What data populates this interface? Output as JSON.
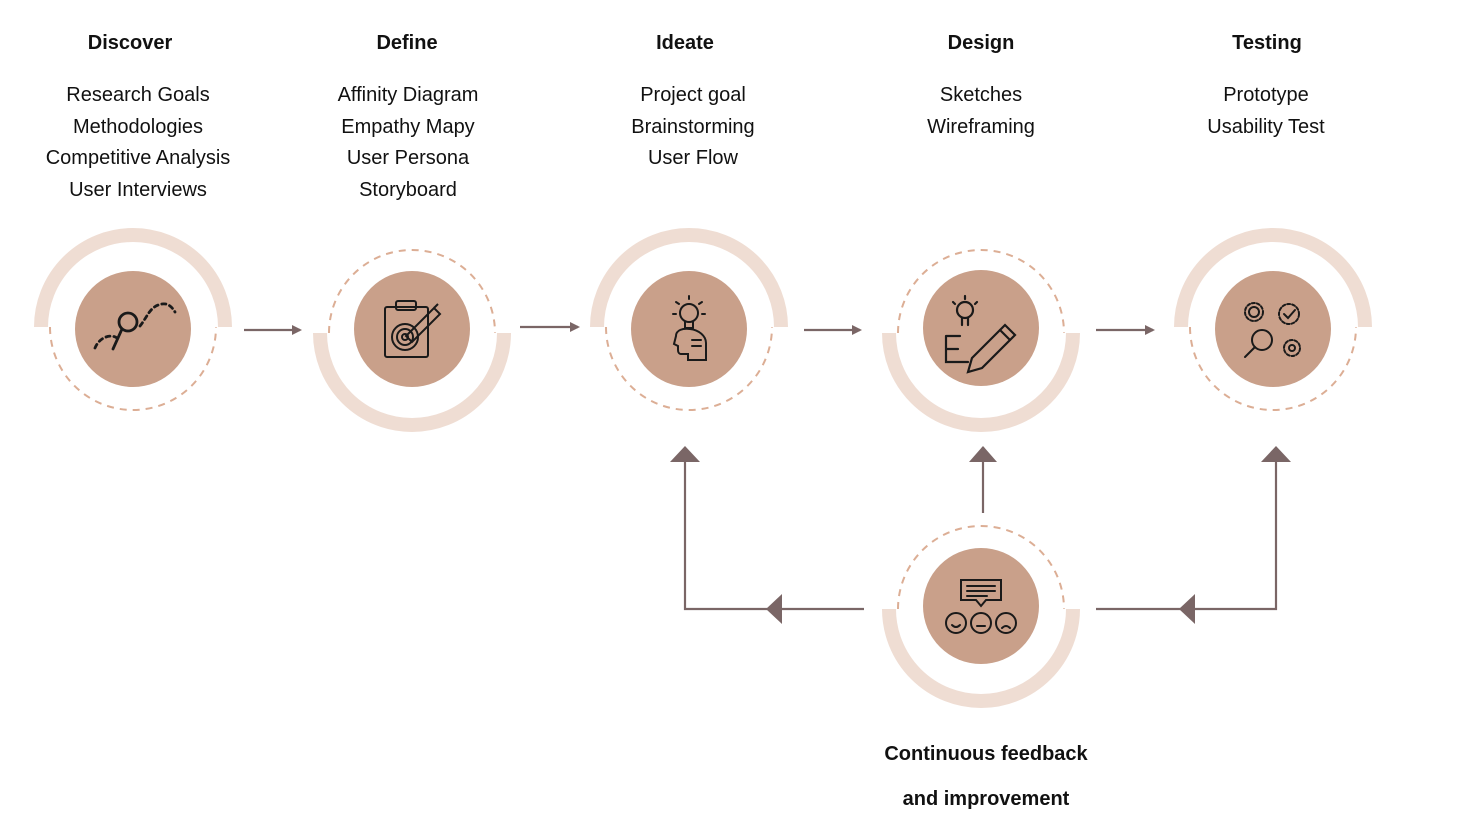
{
  "stages": [
    {
      "title": "Discover",
      "items": [
        "Research Goals",
        "Methodologies",
        "Competitive Analysis",
        "User Interviews"
      ],
      "icon": "discover-search-path-icon",
      "ring": "top"
    },
    {
      "title": "Define",
      "items": [
        "Affinity Diagram",
        "Empathy Mapy",
        "User Persona",
        "Storyboard"
      ],
      "icon": "clipboard-target-icon",
      "ring": "bottom"
    },
    {
      "title": "Ideate",
      "items": [
        "Project goal",
        "Brainstorming",
        "User Flow"
      ],
      "icon": "lightbulb-head-icon",
      "ring": "top"
    },
    {
      "title": "Design",
      "items": [
        "Sketches",
        "Wireframing"
      ],
      "icon": "idea-pencil-icon",
      "ring": "bottom"
    },
    {
      "title": "Testing",
      "items": [
        "Prototype",
        "Usability Test"
      ],
      "icon": "gears-magnifier-icon",
      "ring": "top"
    }
  ],
  "feedback": {
    "label_line1": "Continuous feedback",
    "label_line2": "and improvement",
    "icon": "feedback-faces-icon"
  },
  "colors": {
    "circle_fill": "#c9a08a",
    "ring": "#efddd3",
    "dashed": "#dcae95",
    "arrow": "#7a6666",
    "icon_stroke": "#1a1a1a"
  }
}
